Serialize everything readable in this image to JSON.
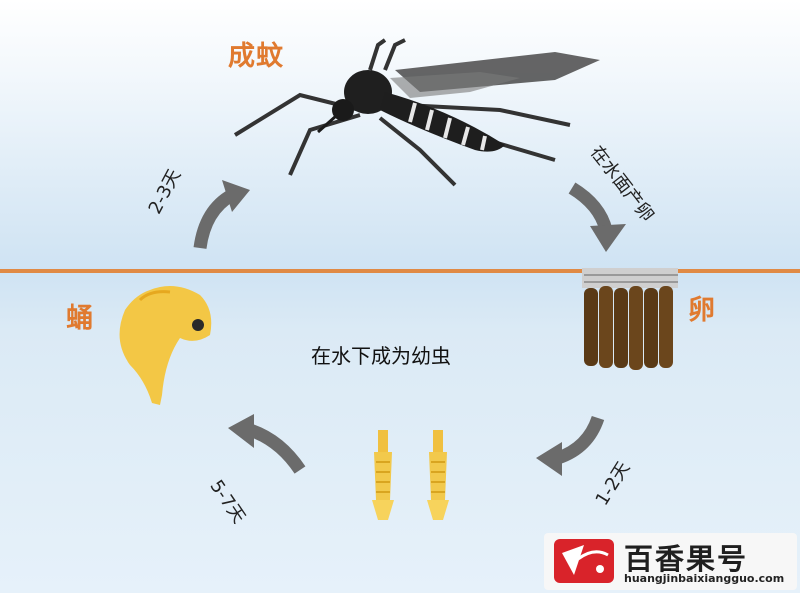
{
  "stages": {
    "adult": "成蚊",
    "egg": "卵",
    "pupa": "蛹"
  },
  "steps": {
    "lay_eggs": "在水面产卵",
    "egg_to_larva": "1-2天",
    "larva_to_pupa": "5-7天",
    "pupa_to_adult": "2-3天"
  },
  "center_text": "在水下成为幼虫",
  "watermark": {
    "cn": "百香果号",
    "en": "huangjinbaixiangguo.com"
  },
  "colors": {
    "stage_label": "#e07a2f",
    "water_line": "#e08a44",
    "arrow": "#6b6b6b",
    "larva": "#f2c94c",
    "watermark_red": "#d9232a"
  }
}
